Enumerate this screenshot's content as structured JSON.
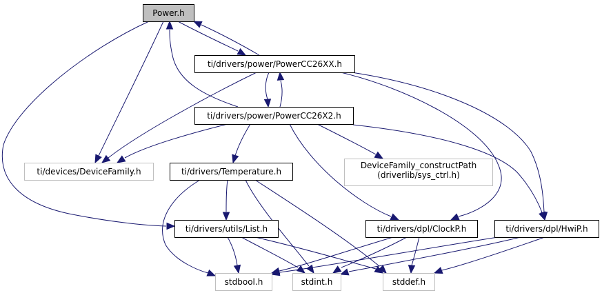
{
  "diagram": {
    "type": "include-dependency-graph",
    "colors": {
      "edge": "#191970",
      "root_fill": "#bfbfbf",
      "documented_border": "#000000",
      "undocumented_border": "#bfbfbf"
    },
    "nodes": [
      {
        "id": "power",
        "label": "Power.h",
        "kind": "root"
      },
      {
        "id": "powercc26xx",
        "label": "ti/drivers/power/PowerCC26XX.h",
        "kind": "documented"
      },
      {
        "id": "powercc26x2",
        "label": "ti/drivers/power/PowerCC26X2.h",
        "kind": "documented"
      },
      {
        "id": "devicefamily",
        "label": "ti/devices/DeviceFamily.h",
        "kind": "external"
      },
      {
        "id": "temperature",
        "label": "ti/drivers/Temperature.h",
        "kind": "documented"
      },
      {
        "id": "constructpath",
        "label": "DeviceFamily_constructPath",
        "label2": "(driverlib/sys_ctrl.h)",
        "kind": "external"
      },
      {
        "id": "list",
        "label": "ti/drivers/utils/List.h",
        "kind": "documented"
      },
      {
        "id": "clockp",
        "label": "ti/drivers/dpl/ClockP.h",
        "kind": "documented"
      },
      {
        "id": "hwip",
        "label": "ti/drivers/dpl/HwiP.h",
        "kind": "documented"
      },
      {
        "id": "stdbool",
        "label": "stdbool.h",
        "kind": "external"
      },
      {
        "id": "stdint",
        "label": "stdint.h",
        "kind": "external"
      },
      {
        "id": "stddef",
        "label": "stddef.h",
        "kind": "external"
      }
    ],
    "edges": [
      {
        "from": "power",
        "to": "powercc26xx"
      },
      {
        "from": "powercc26xx",
        "to": "power"
      },
      {
        "from": "power",
        "to": "devicefamily"
      },
      {
        "from": "power",
        "to": "list"
      },
      {
        "from": "powercc26x2",
        "to": "power"
      },
      {
        "from": "powercc26xx",
        "to": "powercc26x2"
      },
      {
        "from": "powercc26x2",
        "to": "powercc26xx"
      },
      {
        "from": "powercc26xx",
        "to": "devicefamily"
      },
      {
        "from": "powercc26xx",
        "to": "clockp"
      },
      {
        "from": "powercc26xx",
        "to": "hwip"
      },
      {
        "from": "powercc26x2",
        "to": "devicefamily"
      },
      {
        "from": "powercc26x2",
        "to": "temperature"
      },
      {
        "from": "powercc26x2",
        "to": "constructpath"
      },
      {
        "from": "powercc26x2",
        "to": "clockp"
      },
      {
        "from": "powercc26x2",
        "to": "hwip"
      },
      {
        "from": "temperature",
        "to": "list"
      },
      {
        "from": "temperature",
        "to": "stdbool"
      },
      {
        "from": "temperature",
        "to": "stdint"
      },
      {
        "from": "temperature",
        "to": "stddef"
      },
      {
        "from": "list",
        "to": "stdbool"
      },
      {
        "from": "list",
        "to": "stdint"
      },
      {
        "from": "list",
        "to": "stddef"
      },
      {
        "from": "clockp",
        "to": "stdbool"
      },
      {
        "from": "clockp",
        "to": "stdint"
      },
      {
        "from": "clockp",
        "to": "stddef"
      },
      {
        "from": "hwip",
        "to": "stdbool"
      },
      {
        "from": "hwip",
        "to": "stdint"
      },
      {
        "from": "hwip",
        "to": "stddef"
      }
    ]
  }
}
